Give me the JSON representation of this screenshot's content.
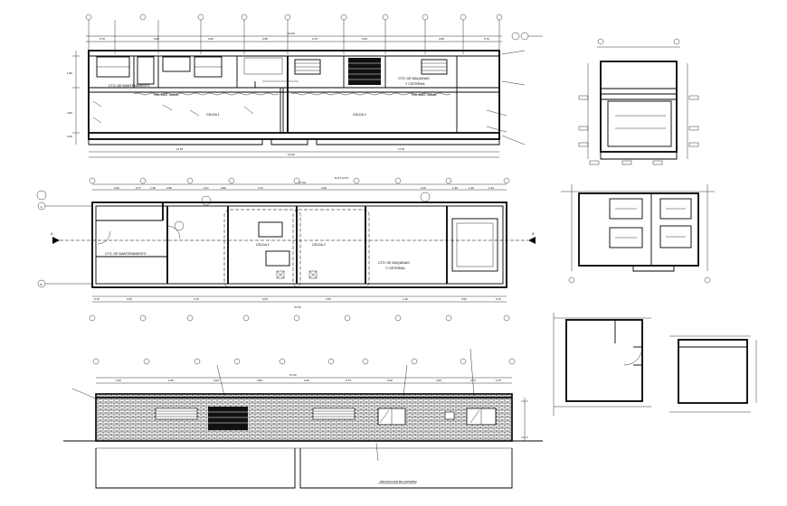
{
  "section_upper": {
    "room_left": "CTO. DE MANTENIMIENTO",
    "room_right_l1": "CTO. DE MAQUINAS",
    "room_right_l2": "Y CISTERNA",
    "water_left": "NIV. MAX. AGUA",
    "water_right": "NIV. MAX. AGUA",
    "cell_1": "CELDA 1",
    "cell_2": "CELDA 2",
    "dims_top": [
      "0.70",
      "3.80",
      "3.50",
      "3.50",
      "3.70",
      "3.50",
      "3.80",
      "0.70"
    ],
    "total_top": "12.90",
    "dims_bottom": [
      "11.87",
      "11.87"
    ],
    "total_bottom": "12.90",
    "heights_left": [
      "1.80",
      "4.60",
      "0.20"
    ]
  },
  "plan": {
    "title": "N.P.T.+0.57",
    "room_left": "CTO. DE MANTENIMIENTO",
    "cell_1": "CELDA 1",
    "cell_2": "CELDA 2",
    "room_right_l1": "CTO. DE MAQUINAS",
    "room_right_l2": "Y CISTERNA",
    "section_cut": "A'",
    "section_cut_left": "A",
    "axis_a": "A",
    "axis_b": "B",
    "total_top": "37.60",
    "total_bottom": "37.60",
    "dims_top": [
      "2.05",
      "0.77",
      "1.35",
      "2.55",
      "2.27",
      "0.80",
      "4.70",
      "2.60",
      "3.45",
      "1.55",
      "1.45",
      "1.43"
    ],
    "dims_bottom": [
      "0.70",
      "2.00",
      "4.70",
      "2.00",
      "3.60",
      "1.40",
      "3.00",
      "0.70"
    ]
  },
  "elevation": {
    "caption": "PROYECCION DE CISTERNA",
    "dims": [
      "2.60",
      "3.25",
      "3.00",
      "3.80",
      "2.60",
      "2.73",
      "3.20",
      "2.60",
      "2.73",
      "2.73"
    ],
    "total": "37.60"
  },
  "colors": {
    "ink": "#000000",
    "paper": "#ffffff"
  }
}
